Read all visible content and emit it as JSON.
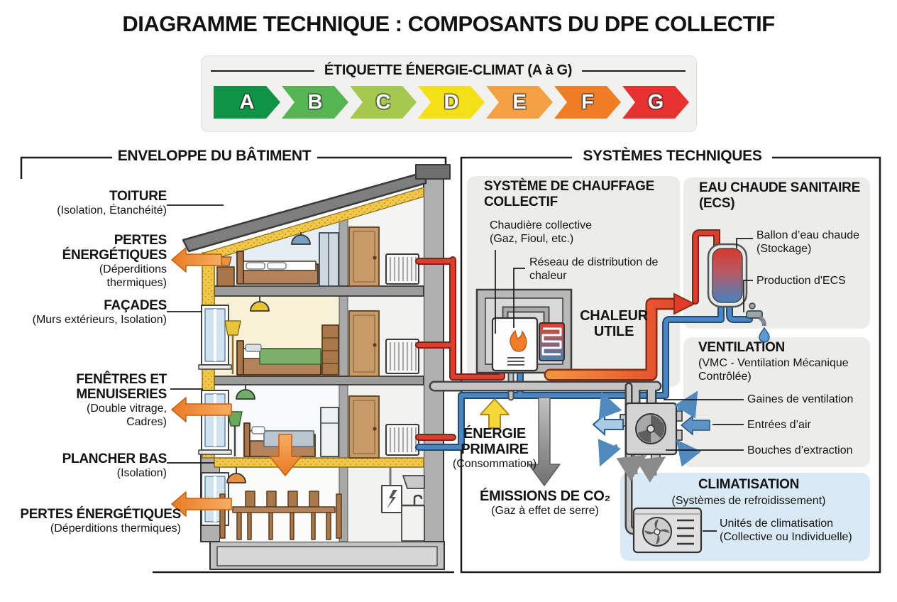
{
  "title": "DIAGRAMME TECHNIQUE : COMPOSANTS DU DPE COLLECTIF",
  "energy_label": {
    "header": "ÉTIQUETTE ÉNERGIE-CLIMAT (A à G)",
    "ratings": [
      {
        "letter": "A",
        "color": "#0e9347"
      },
      {
        "letter": "B",
        "color": "#54b552"
      },
      {
        "letter": "C",
        "color": "#a5c94e"
      },
      {
        "letter": "D",
        "color": "#f4e019"
      },
      {
        "letter": "E",
        "color": "#f4a044"
      },
      {
        "letter": "F",
        "color": "#ee7d26"
      },
      {
        "letter": "G",
        "color": "#e6332f"
      }
    ]
  },
  "envelope": {
    "header": "ENVELOPPE DU BÂTIMENT",
    "labels": [
      {
        "title": "TOITURE",
        "subtitle": "(Isolation, Étanchéité)"
      },
      {
        "title": "PERTES ÉNERGÉTIQUES",
        "subtitle": "(Déperditions thermiques)"
      },
      {
        "title": "FAÇADES",
        "subtitle": "(Murs extérieurs, Isolation)"
      },
      {
        "title": "FENÊTRES ET MENUISERIES",
        "subtitle": "(Double vitrage, Cadres)"
      },
      {
        "title": "PLANCHER BAS",
        "subtitle": "(Isolation)"
      },
      {
        "title": "PERTES ÉNERGÉTIQUES",
        "subtitle": "(Déperditions thermiques)"
      }
    ]
  },
  "systems": {
    "header": "SYSTÈMES TECHNIQUES",
    "heating": {
      "title": "SYSTÈME DE CHAUFFAGE COLLECTIF",
      "boiler_label": "Chaudière collective (Gaz, Fioul, etc.)",
      "network_label": "Réseau de distribution de chaleur",
      "useful_heat": "CHALEUR UTILE"
    },
    "ecs": {
      "title": "EAU CHAUDE SANITAIRE (ECS)",
      "tank_label": "Ballon d’eau chaude (Stockage)",
      "production_label": "Production d'ECS"
    },
    "ventilation": {
      "title": "VENTILATION",
      "subtitle": "(VMC - Ventilation Mécanique Contrôlée)",
      "ducts_label": "Gaines de ventilation",
      "air_inlets_label": "Entrées d’air",
      "extraction_label": "Bouches d’extraction"
    },
    "climatisation": {
      "title": "CLIMATISATION",
      "subtitle": "(Systèmes de refroidissement)",
      "units_label": "Unités de climatisation (Collective ou Individuelle)"
    },
    "primary_energy": {
      "title": "ÉNERGIE PRIMAIRE",
      "subtitle": "(Consommation)"
    },
    "co2": {
      "title": "ÉMISSIONS DE CO₂",
      "subtitle": "(Gaz à effet de serre)"
    }
  }
}
